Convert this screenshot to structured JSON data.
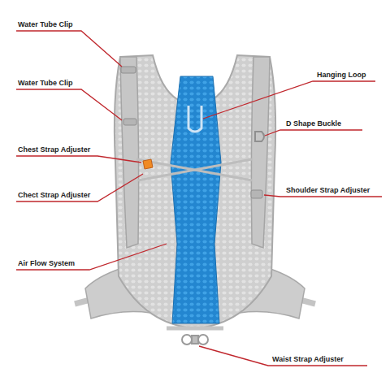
{
  "diagram": {
    "labels": [
      "Water Tube Clip",
      "Hanging Loop",
      "Water Tube Clip",
      "D Shape Buckle",
      "Chest Strap Adjuster",
      "Chect Strap Adjuster",
      "Shoulder Strap Adjuster",
      "Air Flow System",
      "Waist Strap Adjuster"
    ]
  }
}
